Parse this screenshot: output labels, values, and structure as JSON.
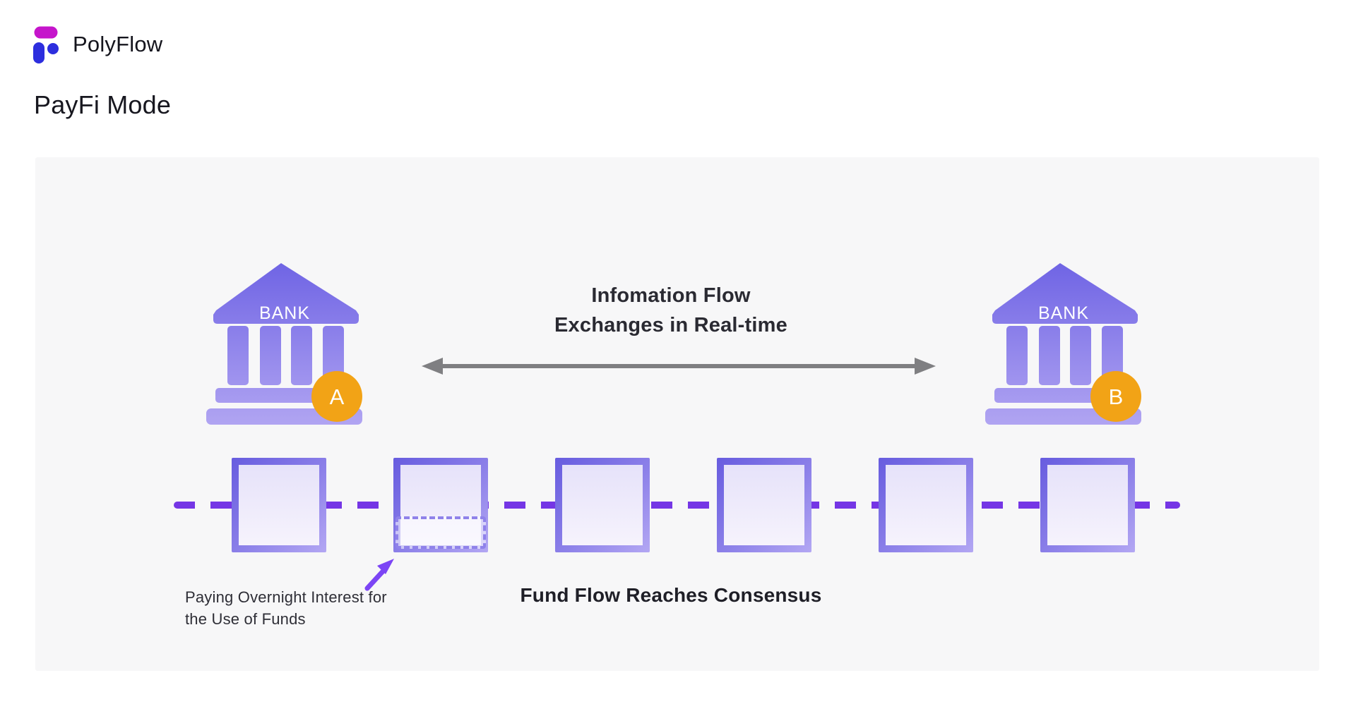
{
  "brand": {
    "name": "PolyFlow"
  },
  "page": {
    "title": "PayFi Mode"
  },
  "diagram": {
    "banks": {
      "a": {
        "label": "BANK",
        "badge": "A"
      },
      "b": {
        "label": "BANK",
        "badge": "B"
      }
    },
    "info_flow": {
      "line1": "Infomation Flow",
      "line2": "Exchanges in Real-time"
    },
    "interest_note": {
      "line1": "Paying Overnight Interest for",
      "line2": "the Use of Funds"
    },
    "consensus_label": "Fund Flow Reaches Consensus",
    "block_count": 6,
    "colors": {
      "accent_violet": "#7536e5",
      "bank_gradient_top": "#6e63e4",
      "bank_gradient_bottom": "#b1a5f2",
      "badge_orange": "#f2a316",
      "info_arrow_gray": "#7f7f82",
      "annotation_purple": "#7c45f5",
      "logo_magenta": "#c515cb",
      "logo_blue": "#2d2ede",
      "panel_bg": "#f7f7f8"
    }
  }
}
